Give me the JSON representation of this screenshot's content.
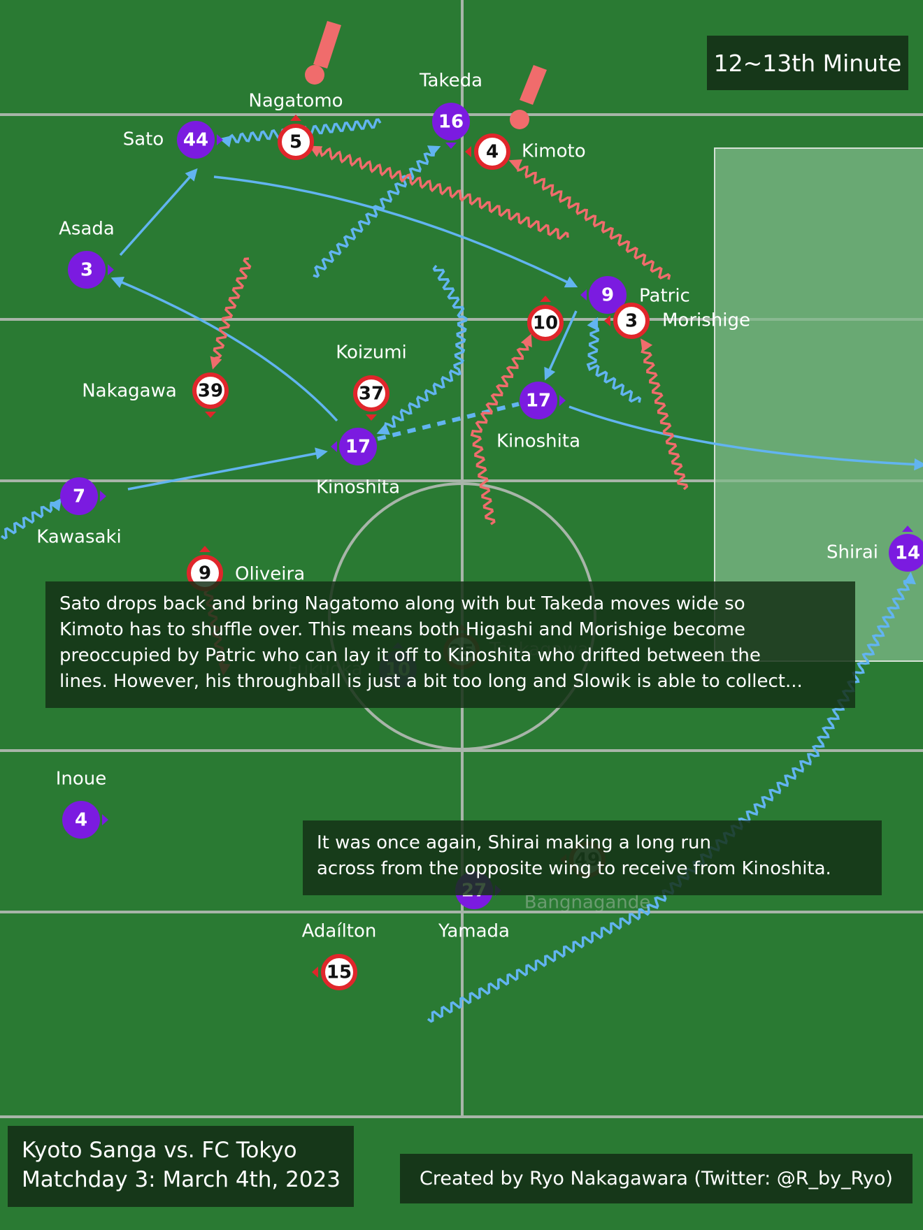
{
  "header": {
    "minute_label": "12~13th Minute"
  },
  "match": {
    "line1": "Kyoto Sanga vs. FC Tokyo",
    "line2": "Matchday 3: March 4th, 2023"
  },
  "credit": "Created by Ryo Nakagawara (Twitter: @R_by_Ryo)",
  "notes": [
    {
      "lines": [
        "Sato drops back and bring Nagatomo along with but Takeda moves wide so",
        "Kimoto has to shuffle over. This means both Higashi and Morishige become",
        "preoccupied by Patric who can lay it off to Kinoshita who drifted between the",
        "lines. However, his throughball is just a bit too long and Slowik is able to collect..."
      ]
    },
    {
      "lines": [
        "It was once again, Shirai making a long run",
        "across from the opposite wing to receive from Kinoshita."
      ]
    }
  ],
  "colors": {
    "pitch": "#2a7a33",
    "kyoto": "#7b1be0",
    "tokyo": "#e0262b",
    "pass_arrow": "#62b4f0",
    "run_arrow": "#f06c6c",
    "box_area": "#7fb98a"
  },
  "alerts": [
    "!",
    "!"
  ],
  "players": [
    {
      "team": "kyoto",
      "number": "44",
      "name": "Sato",
      "dir": "right"
    },
    {
      "team": "kyoto",
      "number": "16",
      "name": "Takeda",
      "dir": "down"
    },
    {
      "team": "kyoto",
      "number": "3",
      "name": "Asada",
      "dir": "right"
    },
    {
      "team": "kyoto",
      "number": "9",
      "name": "Patric",
      "dir": "left"
    },
    {
      "team": "kyoto",
      "number": "17",
      "name": "Kinoshita",
      "dir": "left"
    },
    {
      "team": "kyoto",
      "number": "17",
      "name": "Kinoshita",
      "dir": "right"
    },
    {
      "team": "kyoto",
      "number": "7",
      "name": "Kawasaki",
      "dir": "right"
    },
    {
      "team": "kyoto",
      "number": "14",
      "name": "Shirai",
      "dir": "up"
    },
    {
      "team": "kyoto",
      "number": "10",
      "name": "Fukuoka",
      "dir": "up",
      "faded": true
    },
    {
      "team": "kyoto",
      "number": "4",
      "name": "Inoue",
      "dir": "right"
    },
    {
      "team": "kyoto",
      "number": "27",
      "name": "Yamada",
      "dir": "right"
    },
    {
      "team": "tokyo",
      "number": "5",
      "name": "Nagatomo",
      "dir": "up"
    },
    {
      "team": "tokyo",
      "number": "4",
      "name": "Kimoto",
      "dir": "left"
    },
    {
      "team": "tokyo",
      "number": "10",
      "name": "",
      "dir": "up"
    },
    {
      "team": "tokyo",
      "number": "3",
      "name": "Morishige",
      "dir": "left"
    },
    {
      "team": "tokyo",
      "number": "39",
      "name": "Nakagawa",
      "dir": "down"
    },
    {
      "team": "tokyo",
      "number": "37",
      "name": "Koizumi",
      "dir": "down"
    },
    {
      "team": "tokyo",
      "number": "9",
      "name": "Oliveira",
      "dir": "up"
    },
    {
      "team": "tokyo",
      "number": "25",
      "name": "Tsukagawa",
      "dir": "up",
      "faded": true
    },
    {
      "team": "tokyo",
      "number": "49",
      "name": "Bangnagande",
      "dir": "left",
      "faded": true
    },
    {
      "team": "tokyo",
      "number": "15",
      "name": "Adaílton",
      "dir": "left"
    }
  ]
}
